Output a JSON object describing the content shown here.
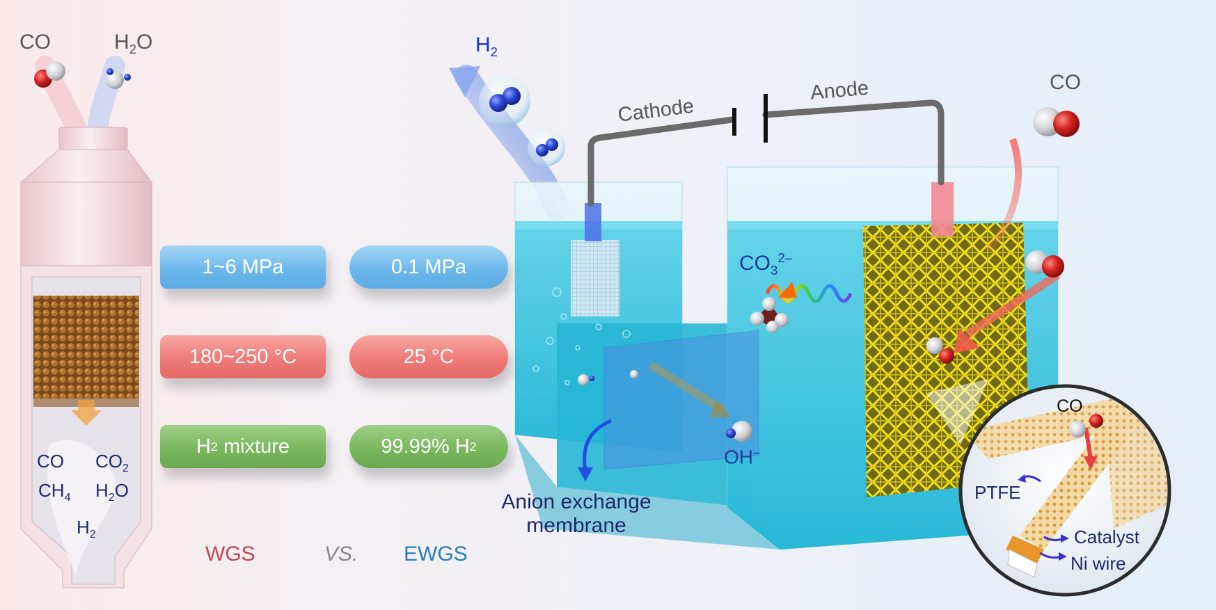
{
  "reactor": {
    "inlet_co": "CO",
    "inlet_h2o": {
      "base": "H",
      "sub": "2",
      "tail": "O"
    },
    "products": {
      "co": "CO",
      "co2": {
        "base": "CO",
        "sub": "2"
      },
      "ch4": {
        "base": "CH",
        "sub": "4"
      },
      "h2o": {
        "base": "H",
        "sub": "2",
        "tail": "O"
      },
      "h2": {
        "base": "H",
        "sub": "2"
      }
    }
  },
  "comparison": {
    "wgs": {
      "pressure": "1~6 MPa",
      "temperature": "180~250 °C",
      "product": {
        "base": "H",
        "sub": "2",
        "tail": " mixture"
      }
    },
    "ewgs": {
      "pressure": "0.1 MPa",
      "temperature": "25 °C",
      "product": {
        "pre": "99.99% H",
        "sub": "2"
      }
    },
    "label_wgs": "WGS",
    "label_vs": "VS.",
    "label_ewgs": "EWGS",
    "colors": {
      "wgs": "#c0464f",
      "vs": "#888888",
      "ewgs": "#2b7db5",
      "pressure": "#6db9ec",
      "temperature": "#ee7b78",
      "product": "#79b85d"
    }
  },
  "cell": {
    "h2_label": {
      "base": "H",
      "sub": "2"
    },
    "cathode": "Cathode",
    "anode": "Anode",
    "co_top": "CO",
    "carbonate": {
      "base": "CO",
      "sub": "3",
      "sup": "2–"
    },
    "hydroxide": {
      "base": "OH",
      "sup": "–"
    },
    "membrane_line1": "Anion exchange",
    "membrane_line2": "membrane"
  },
  "inset": {
    "co": "CO",
    "ptfe": "PTFE",
    "catalyst": "Catalyst",
    "ni_wire": "Ni wire"
  }
}
